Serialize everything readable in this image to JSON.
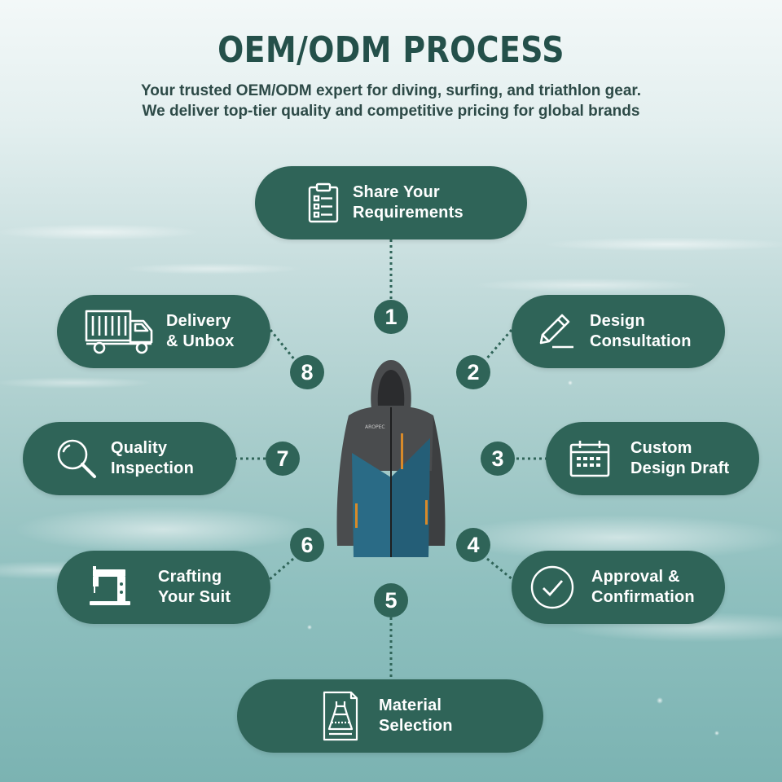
{
  "header": {
    "title": "OEM/ODM PROCESS",
    "subtitle_line1": "Your trusted OEM/ODM expert for diving, surfing, and triathlon gear.",
    "subtitle_line2": "We deliver top-tier quality and competitive pricing for global brands"
  },
  "colors": {
    "pill": "#2f6458",
    "title": "#24504a",
    "jacket_body": "#2a6b86",
    "jacket_shoulder": "#4a4c4e",
    "jacket_accent": "#d88a2a"
  },
  "center_image": {
    "brand_text": "AROPEC",
    "icon": "jacket-image"
  },
  "steps": [
    {
      "number": "1",
      "label": "Share Your\nRequirements",
      "icon": "clipboard-icon"
    },
    {
      "number": "2",
      "label": "Design\nConsultation",
      "icon": "pencil-icon"
    },
    {
      "number": "3",
      "label": "Custom\nDesign Draft",
      "icon": "calendar-icon"
    },
    {
      "number": "4",
      "label": "Approval &\nConfirmation",
      "icon": "check-circle-icon"
    },
    {
      "number": "5",
      "label": "Material\nSelection",
      "icon": "dress-pattern-icon"
    },
    {
      "number": "6",
      "label": "Crafting\nYour Suit",
      "icon": "sewing-machine-icon"
    },
    {
      "number": "7",
      "label": "Quality\nInspection",
      "icon": "magnifier-icon"
    },
    {
      "number": "8",
      "label": "Delivery\n& Unbox",
      "icon": "truck-icon"
    }
  ]
}
